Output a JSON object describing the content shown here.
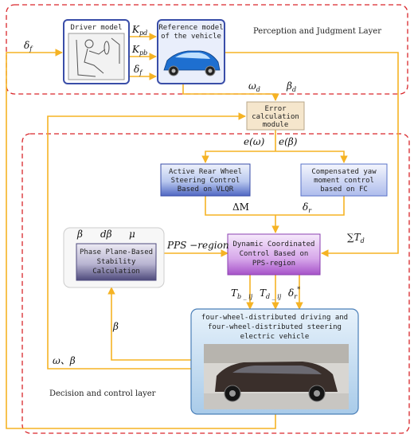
{
  "layers": {
    "perception": "Perception and Judgment Layer",
    "decision": "Decision and control layer"
  },
  "boxes": {
    "driver_model": "Driver model",
    "reference_model": [
      "Reference model",
      "of the vehicle"
    ],
    "error_module": [
      "Error",
      "calculation",
      "module"
    ],
    "active_rear": [
      "Active Rear Wheel",
      "Steering Control",
      "Based on VLQR"
    ],
    "compensated_yaw": [
      "Compensated yaw",
      "moment control",
      "based on FC"
    ],
    "phase_plane": [
      "Phase Plane-Based",
      "Stability",
      "Calculation"
    ],
    "dynamic_coord": [
      "Dynamic Coordinated",
      "Control Based on",
      "PPS-region"
    ],
    "vehicle": [
      "four-wheel-distributed driving and",
      "four-wheel-distributed steering",
      "electric vehicle"
    ]
  },
  "symbols": {
    "delta_f": "δ",
    "delta_f_sub": "f",
    "K": "K",
    "K_pd_sub": "pd",
    "K_pb_sub": "pb",
    "omega": "ω",
    "d_sub": "d",
    "beta": "β",
    "e_omega": "e(ω)",
    "e_beta": "e(β)",
    "delta_M": "ΔM",
    "delta_r_sub": "r",
    "pps_region": "PPS −region",
    "sum_T": "∑T",
    "T": "T",
    "b_ij": "b _ ij",
    "d_ij": "d _ ij",
    "delta_r_star_sub": "r",
    "delta_r_star_sup": "*",
    "omega_beta": "ω、β",
    "phase_beta": "β",
    "phase_dbeta": "dβ",
    "phase_mu": "μ"
  },
  "colors": {
    "flow": "#f5b324",
    "dashed_border": "#d9262b",
    "blue_box": "#5a73c8",
    "purple_box": "#b06ad0",
    "error_box": "#f5e6cc"
  }
}
